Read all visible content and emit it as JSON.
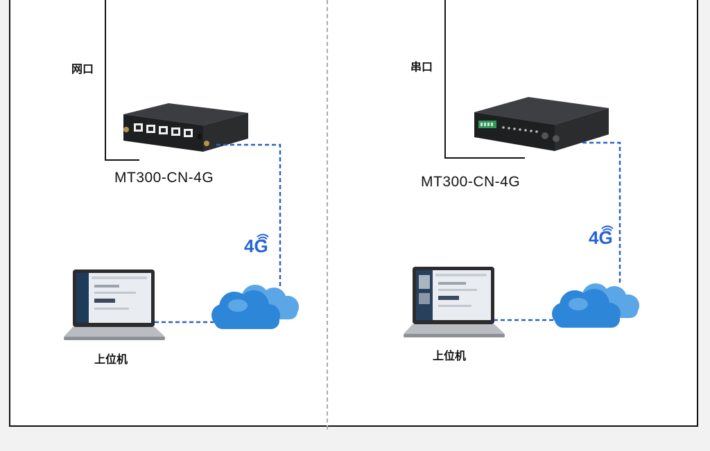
{
  "left": {
    "port_label": "网口",
    "model": "MT300-CN-4G",
    "signal_label": "4G",
    "pc_label": "上位机"
  },
  "right": {
    "port_label": "串口",
    "model": "MT300-CN-4G",
    "signal_label": "4G",
    "pc_label": "上位机"
  },
  "colors": {
    "link": "#2a62c4",
    "cloud": "#2d86d8",
    "signal": "#2563d9"
  },
  "icons": [
    "router-device-icon",
    "serial-device-icon",
    "laptop-icon",
    "cloud-icon",
    "signal-4g-icon"
  ]
}
